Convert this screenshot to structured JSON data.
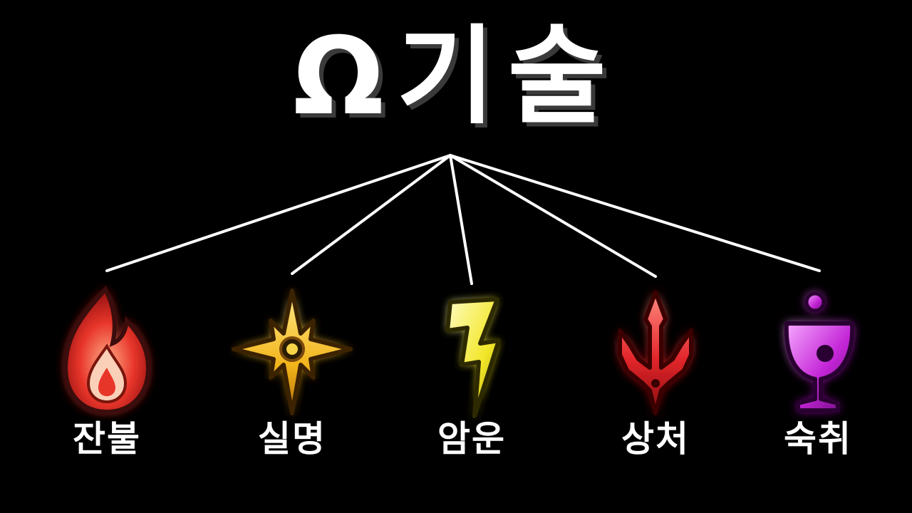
{
  "title": "Ω기술",
  "items": [
    {
      "label": "잔불",
      "icon": "flame-icon"
    },
    {
      "label": "실명",
      "icon": "starburst-icon"
    },
    {
      "label": "암운",
      "icon": "lightning-icon"
    },
    {
      "label": "상처",
      "icon": "trident-icon"
    },
    {
      "label": "숙취",
      "icon": "goblet-icon"
    }
  ],
  "colors": {
    "background": "#000000",
    "text": "#ffffff",
    "flame": "#e8352a",
    "starburst": "#f2b51c",
    "lightning": "#f2e72a",
    "trident": "#e2262b",
    "goblet": "#c326d6"
  }
}
